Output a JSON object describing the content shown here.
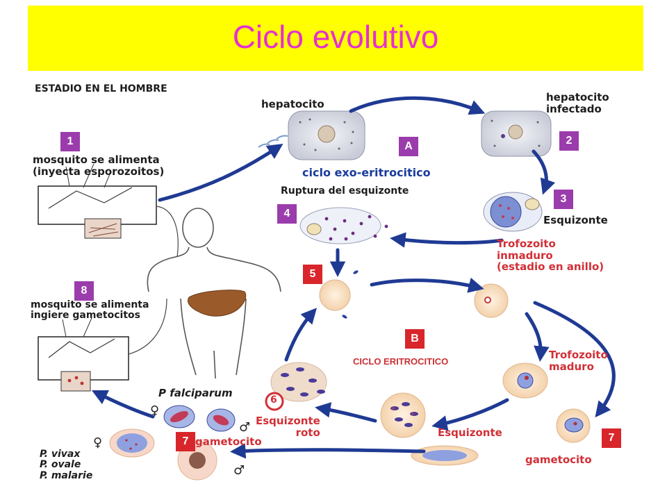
{
  "title": "Ciclo evolutivo",
  "labels": {
    "estadio": "ESTADIO EN EL  HOMBRE",
    "hepatocito": "hepatocito",
    "hepatocito_infectado": "hepatocito\ninfectado",
    "mosquito_inyecta": "mosquito se alimenta\n(inyecta esporozoitos)",
    "ciclo_exo": "ciclo exo-eritrocitico",
    "ruptura": "Ruptura del esquizonte",
    "esquizonte_hepatico": "Esquizonte",
    "trofozoito_inmaduro": "Trofozoito\ninmaduro\n(estadio en anillo)",
    "mosquito_ingiere": "mosquito se alimenta\ningiere gametocitos",
    "ciclo_eritrocitico": "CICLO ERITROCITICO",
    "trofozoito_maduro": "Trofozoito\nmaduro",
    "p_falciparum": "P falciparum",
    "esquizonte_roto": "Esquizonte\nroto",
    "esquizonte": "Esquizonte",
    "gametocito_left": "gametocito",
    "gametocito_right": "gametocito",
    "especies": "P. vivax\nP. ovale\nP. malarie",
    "circle_six": "6"
  },
  "badges": {
    "b1": "1",
    "b2": "2",
    "bA": "A",
    "b3": "3",
    "b4": "4",
    "b5": "5",
    "b8": "8",
    "bB": "B",
    "b7a": "7",
    "b7b": "7"
  },
  "colors": {
    "title": "#e62fd1",
    "header_bg": "#ffff00",
    "arrow": "#1f3a93",
    "badge_purple": "#9b3cac",
    "badge_red": "#d8262b",
    "label_red": "#d22f36",
    "label_blue": "#1b3b9b",
    "cell_fill": "#f6d9b6",
    "liver": "#9a5a2a"
  },
  "icons": {
    "female": "♀",
    "male": "♂"
  }
}
